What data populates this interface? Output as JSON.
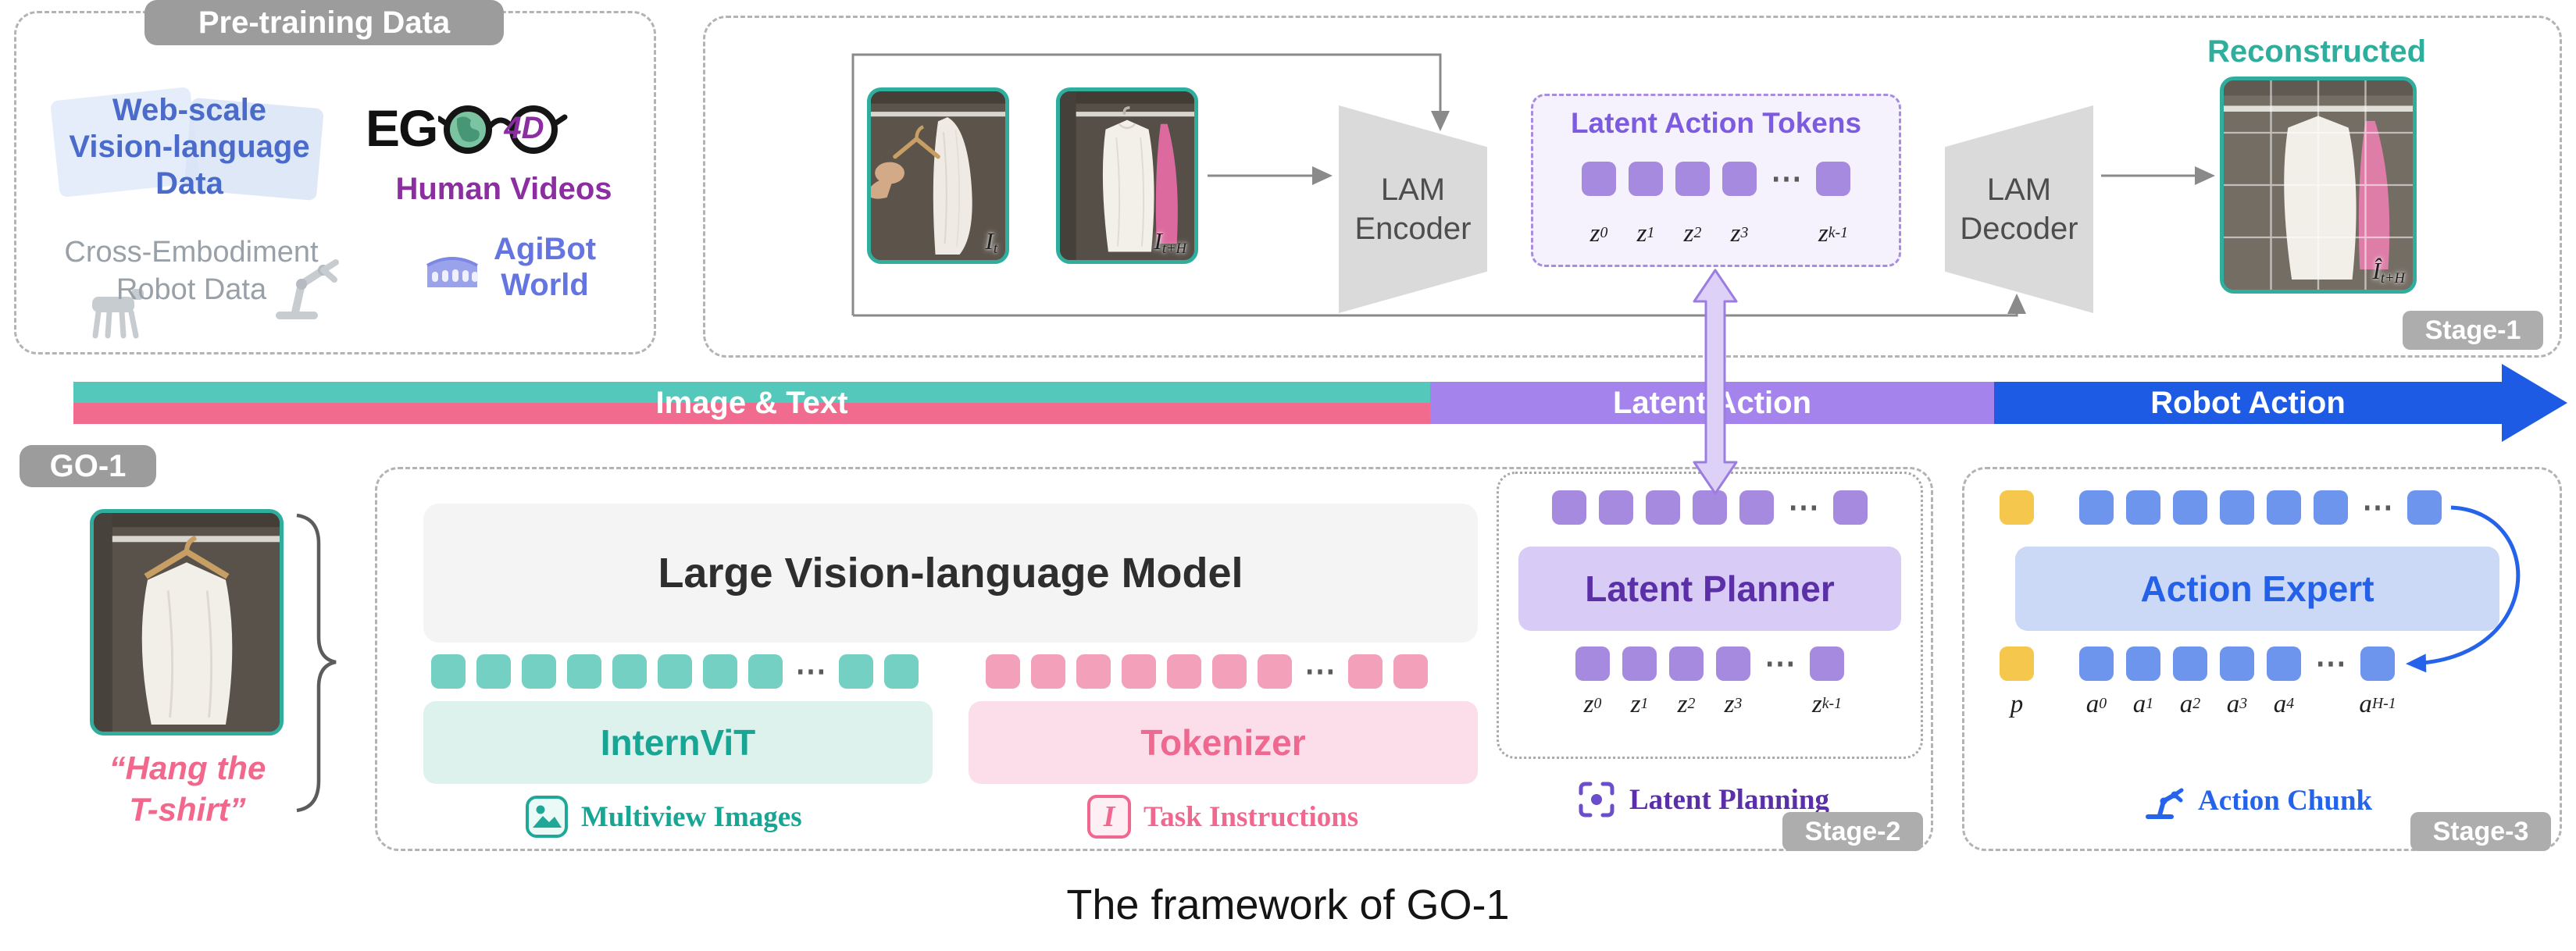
{
  "pretraining": {
    "title": "Pre-training Data",
    "web_scale": "Web-scale\nVision-language\nData",
    "ego_prefix": "EG",
    "ego_suffix": "4D",
    "human_videos": "Human Videos",
    "cross_embodiment": "Cross-Embodiment\nRobot Data",
    "agibot_world": "AgiBot\nWorld"
  },
  "stage1": {
    "badge": "Stage-1",
    "encoder_label": "LAM\nEncoder",
    "decoder_label": "LAM\nDecoder",
    "reconstructed": "Reconstructed",
    "image_labels": {
      "it": {
        "base": "I",
        "sub": "t"
      },
      "ith": {
        "base": "I",
        "sub": "t+H"
      },
      "recon": {
        "base": "Î",
        "sub": "t+H"
      }
    },
    "latent_tokens": {
      "title": "Latent Action Tokens",
      "labels": [
        {
          "base": "z",
          "sub": "0"
        },
        {
          "base": "z",
          "sub": "1"
        },
        {
          "base": "z",
          "sub": "2"
        },
        {
          "base": "z",
          "sub": "3"
        },
        {
          "base": "z",
          "sub": "k-1"
        }
      ]
    }
  },
  "flow_bar": {
    "image_text": "Image & Text",
    "latent_action": "Latent Action",
    "robot_action": "Robot Action"
  },
  "go1": {
    "badge": "GO-1",
    "instruction": "“Hang the\nT-shirt”"
  },
  "stage2": {
    "badge": "Stage-2",
    "lvlm_title": "Large Vision-language Model",
    "internvit": "InternViT",
    "tokenizer": "Tokenizer",
    "multiview_images": "Multiview Images",
    "task_instructions": "Task Instructions",
    "task_icon": "I",
    "latent_planner": "Latent Planner",
    "latent_planning": "Latent Planning",
    "z_labels": [
      {
        "base": "z",
        "sub": "0"
      },
      {
        "base": "z",
        "sub": "1"
      },
      {
        "base": "z",
        "sub": "2"
      },
      {
        "base": "z",
        "sub": "3"
      },
      {
        "base": "z",
        "sub": "k-1"
      }
    ]
  },
  "stage3": {
    "badge": "Stage-3",
    "action_expert": "Action Expert",
    "action_chunk": "Action Chunk",
    "p_label": {
      "base": "p",
      "sub": ""
    },
    "a_labels": [
      {
        "base": "a",
        "sub": "0"
      },
      {
        "base": "a",
        "sub": "1"
      },
      {
        "base": "a",
        "sub": "2"
      },
      {
        "base": "a",
        "sub": "3"
      },
      {
        "base": "a",
        "sub": "4"
      },
      {
        "base": "a",
        "sub": "H-1"
      }
    ]
  },
  "caption": "The framework of GO-1",
  "ellipsis": "⋯",
  "colors": {
    "teal": "#2fae9e",
    "pink": "#f0688f",
    "purple": "#8a68dc",
    "blue": "#2563eb",
    "yellow": "#f5c74c"
  }
}
